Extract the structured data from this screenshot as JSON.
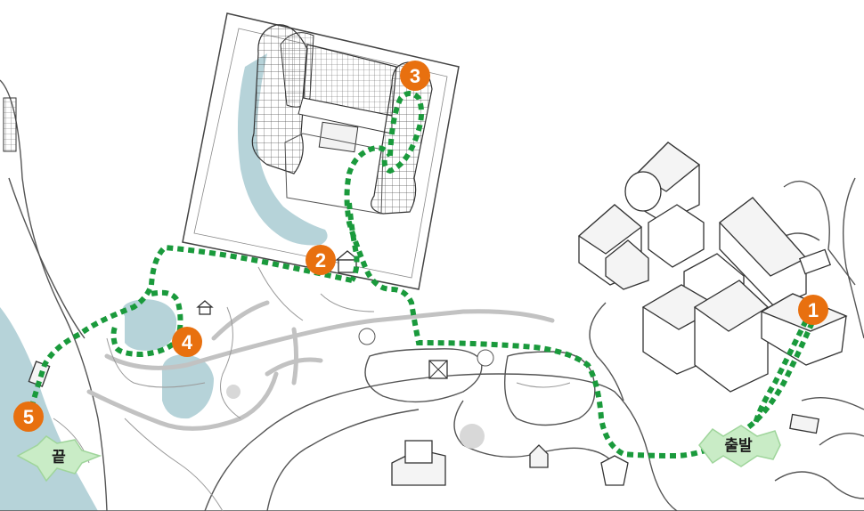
{
  "map": {
    "route_color": "#1a9a3c",
    "marker_color": "#e8700f",
    "label_bg_color": "#c9ecc6",
    "water_color": "#b6d3d9",
    "markers": [
      {
        "id": "1",
        "label": "1"
      },
      {
        "id": "2",
        "label": "2"
      },
      {
        "id": "3",
        "label": "3"
      },
      {
        "id": "4",
        "label": "4"
      },
      {
        "id": "5",
        "label": "5"
      }
    ],
    "start_label": "출발",
    "end_label": "끝"
  }
}
